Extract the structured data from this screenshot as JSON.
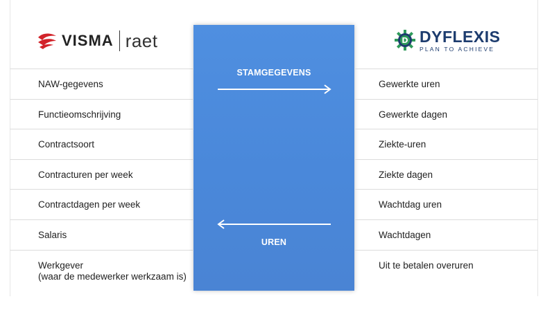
{
  "left": {
    "logo": {
      "brand": "VISMA",
      "product": "raet"
    },
    "items": [
      {
        "label": "NAW-gegevens"
      },
      {
        "label": "Functieomschrijving"
      },
      {
        "label": "Contractsoort"
      },
      {
        "label": "Contracturen per week"
      },
      {
        "label": "Contractdagen per week"
      },
      {
        "label": "Salaris"
      },
      {
        "label": "Werkgever",
        "sublabel": "(waar de medewerker werkzaam is)"
      }
    ]
  },
  "flows": {
    "top": {
      "label": "STAMGEGEVENS",
      "direction": "right"
    },
    "bottom": {
      "label": "UREN",
      "direction": "left"
    }
  },
  "right": {
    "logo": {
      "brand": "DYFLEXIS",
      "tagline": "PLAN TO ACHIEVE",
      "mark_letter": "D"
    },
    "items": [
      {
        "label": "Gewerkte uren"
      },
      {
        "label": "Gewerkte dagen"
      },
      {
        "label": "Ziekte-uren"
      },
      {
        "label": "Ziekte dagen"
      },
      {
        "label": "Wachtdag uren"
      },
      {
        "label": "Wachtdagen"
      },
      {
        "label": "Uit te betalen overuren"
      }
    ]
  },
  "colors": {
    "band": "#4a88da",
    "visma_red": "#d2232a",
    "dyflexis_navy": "#1d3c6e",
    "dyflexis_green": "#2e9a5a"
  }
}
